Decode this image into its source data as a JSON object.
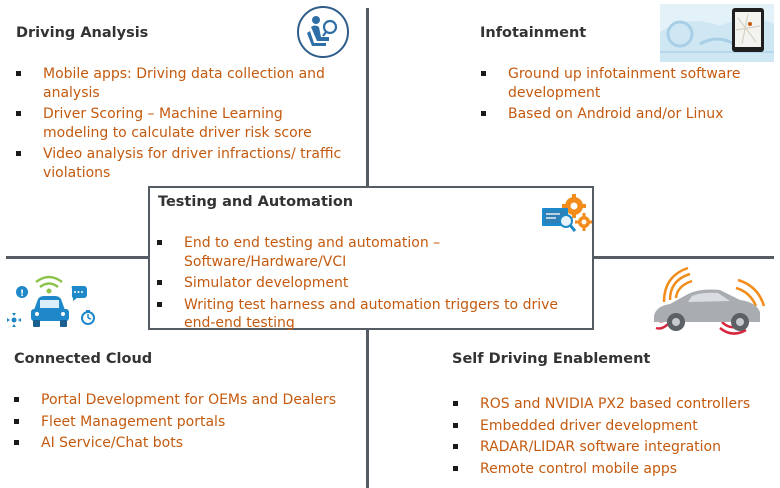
{
  "colors": {
    "bullet_text": "#c45a0f",
    "title_text": "#333333",
    "divider": "#555c63",
    "accent_blue": "#1e88c9",
    "accent_orange": "#f28c1a",
    "accent_green": "#8bc34a"
  },
  "quadrants": {
    "driving_analysis": {
      "title": "Driving Analysis",
      "icon": "driver-steering-icon",
      "items": [
        "Mobile apps: Driving data collection and analysis",
        "Driver Scoring – Machine Learning modeling to calculate driver risk score",
        "Video analysis for driver infractions/ traffic violations"
      ]
    },
    "infotainment": {
      "title": "Infotainment",
      "icon": "car-dashboard-tablet-icon",
      "items": [
        "Ground up infotainment software development",
        "Based on Android and/or Linux"
      ]
    },
    "connected_cloud": {
      "title": "Connected Cloud",
      "icon": "connected-car-icon",
      "items": [
        "Portal Development for OEMs and Dealers",
        "Fleet Management portals",
        "AI Service/Chat bots"
      ]
    },
    "self_driving": {
      "title": "Self Driving Enablement",
      "icon": "car-sensor-icon",
      "items": [
        "ROS and NVIDIA PX2 based controllers",
        "Embedded driver development",
        "RADAR/LIDAR software integration",
        "Remote control mobile apps"
      ]
    }
  },
  "center": {
    "title": "Testing and Automation",
    "icon": "gears-monitor-icon",
    "items": [
      "End to end testing and automation – Software/Hardware/VCI",
      "Simulator development",
      "Writing test harness and automation triggers to drive end-end testing"
    ]
  }
}
